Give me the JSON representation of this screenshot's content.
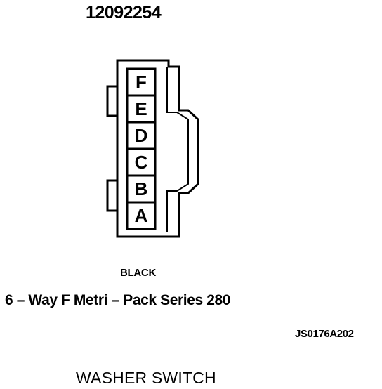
{
  "part_number": "12092254",
  "connector": {
    "cavities": [
      "F",
      "E",
      "D",
      "C",
      "B",
      "A"
    ]
  },
  "color_label": "BLACK",
  "connector_type": "6 – Way F Metri – Pack Series 280",
  "ref_code": "JS0176A202",
  "component_name": "WASHER SWITCH",
  "colors": {
    "line": "#000000",
    "background": "#ffffff"
  }
}
